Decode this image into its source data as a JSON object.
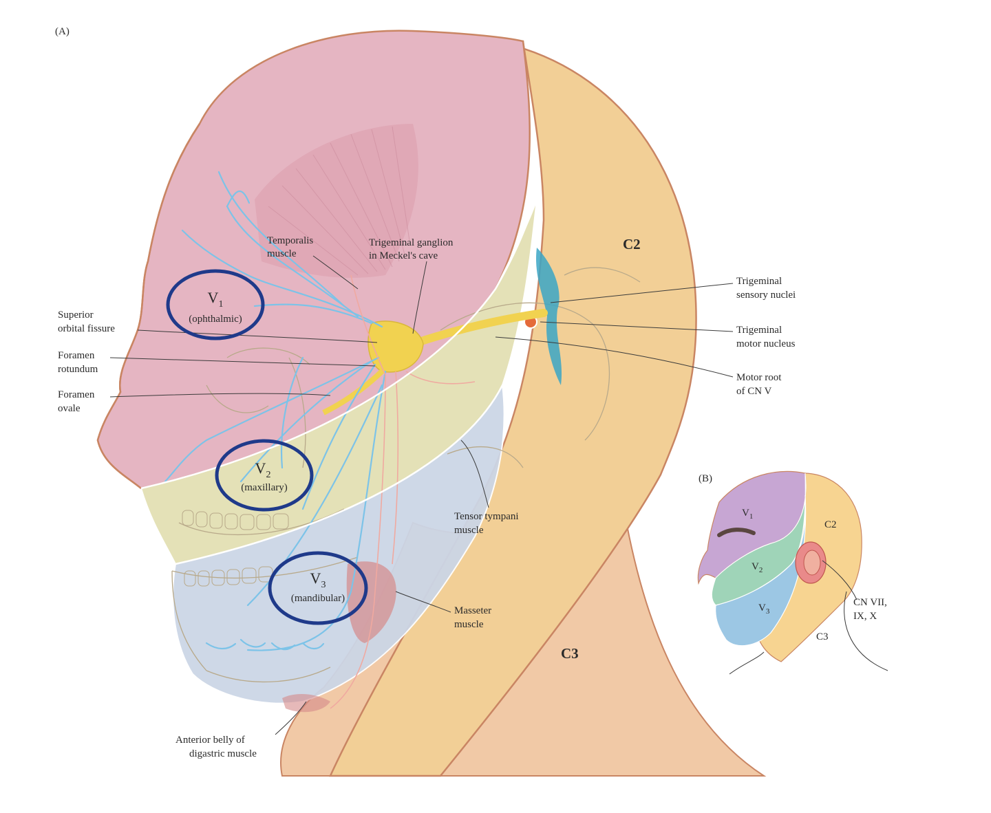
{
  "panel_a": {
    "panel_label": "(A)",
    "regions": {
      "c2": "C2",
      "c3": "C3"
    },
    "divisions": {
      "v1": {
        "main": "V",
        "sub": "1",
        "name": "(ophthalmic)"
      },
      "v2": {
        "main": "V",
        "sub": "2",
        "name": "(maxillary)"
      },
      "v3": {
        "main": "V",
        "sub": "3",
        "name": "(mandibular)"
      }
    },
    "labels": {
      "temporalis_1": "Temporalis",
      "temporalis_2": "muscle",
      "ganglion_1": "Trigeminal ganglion",
      "ganglion_2": "in Meckel's cave",
      "sensory_1": "Trigeminal",
      "sensory_2": "sensory nuclei",
      "motor_nuc_1": "Trigeminal",
      "motor_nuc_2": "motor nucleus",
      "motor_root_1": "Motor root",
      "motor_root_2": "of CN V",
      "sup_orb_1": "Superior",
      "sup_orb_2": "orbital fissure",
      "rotundum_1": "Foramen",
      "rotundum_2": "rotundum",
      "ovale_1": "Foramen",
      "ovale_2": "ovale",
      "tensor_1": "Tensor tympani",
      "tensor_2": "muscle",
      "masseter_1": "Masseter",
      "masseter_2": "muscle",
      "digastric_1": "Anterior belly of",
      "digastric_2": "digastric muscle"
    }
  },
  "panel_b": {
    "panel_label": "(B)",
    "v1": {
      "main": "V",
      "sub": "1"
    },
    "v2": {
      "main": "V",
      "sub": "2"
    },
    "v3": {
      "main": "V",
      "sub": "3"
    },
    "c2": "C2",
    "c3": "C3",
    "cn_1": "CN VII,",
    "cn_2": "IX, X"
  },
  "colors": {
    "v1_region": "#e5b5c2",
    "v2_region": "#e3e0b4",
    "v3_region": "#ccd6e6",
    "c2_region": "#f2cf96",
    "c3_region": "#f1c9a6",
    "highlight_circle": "#1f3a8a",
    "nerve": "#7cc3e8",
    "ganglion": "#f1d250",
    "b_v1": "#c7a6d3",
    "b_v2": "#9fd4b8",
    "b_v3": "#9cc7e4",
    "b_c2": "#f7d491"
  }
}
